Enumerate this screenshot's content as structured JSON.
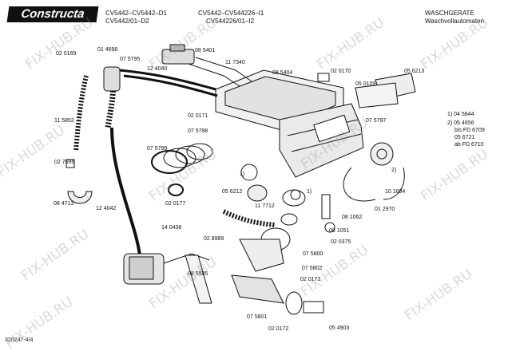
{
  "logo": "Constructa",
  "header": {
    "model_line1": "CV5442–CV5442–D1",
    "model_line2": "CV5442/01–D2",
    "model_line3": "CV5442–CV544226–I1",
    "model_line4": "CV544226/01–I2",
    "category": "WASCHGERATE",
    "subcategory": "Waschvollautomaten"
  },
  "footer_id": "320247-4/4",
  "notes": {
    "n1": "1) 04 5844",
    "n2a": "2)  05 4656",
    "n2b": "bis FD 6709",
    "n2c": "05 6721",
    "n2d": "ab FD 6710"
  },
  "part_labels": [
    {
      "id": "p1",
      "text": "02 0169"
    },
    {
      "id": "p2",
      "text": "01 4698"
    },
    {
      "id": "p3",
      "text": "07 5795"
    },
    {
      "id": "p4",
      "text": "08 5401"
    },
    {
      "id": "p5",
      "text": "11 7340"
    },
    {
      "id": "p6",
      "text": "12 4040"
    },
    {
      "id": "p7",
      "text": "08 5404"
    },
    {
      "id": "p8",
      "text": "02 0170"
    },
    {
      "id": "p9",
      "text": "05 6213"
    },
    {
      "id": "p10",
      "text": "05 0109"
    },
    {
      "id": "p11",
      "text": "11 5852"
    },
    {
      "id": "p12",
      "text": "02 0171"
    },
    {
      "id": "p13",
      "text": "07 5798"
    },
    {
      "id": "p14",
      "text": "07 5797"
    },
    {
      "id": "p15",
      "text": "07 5799"
    },
    {
      "id": "p16",
      "text": "02 7696"
    },
    {
      "id": "p17",
      "text": "1)"
    },
    {
      "id": "p18",
      "text": "2)"
    },
    {
      "id": "p19",
      "text": "02 0177"
    },
    {
      "id": "p20",
      "text": "05 6212"
    },
    {
      "id": "p21",
      "text": "1)"
    },
    {
      "id": "p22",
      "text": "10 1684"
    },
    {
      "id": "p23",
      "text": "08 4713"
    },
    {
      "id": "p24",
      "text": "12 4042"
    },
    {
      "id": "p25",
      "text": "11 7712"
    },
    {
      "id": "p26",
      "text": "08 1062"
    },
    {
      "id": "p27",
      "text": "01 2970"
    },
    {
      "id": "p28",
      "text": "14 0438"
    },
    {
      "id": "p29",
      "text": "08 1051"
    },
    {
      "id": "p30",
      "text": "02 8989"
    },
    {
      "id": "p31",
      "text": "02 0375"
    },
    {
      "id": "p32",
      "text": "07 5800"
    },
    {
      "id": "p33",
      "text": "08 5585"
    },
    {
      "id": "p34",
      "text": "07 5802"
    },
    {
      "id": "p35",
      "text": "02 0173"
    },
    {
      "id": "p36",
      "text": "07 5801"
    },
    {
      "id": "p37",
      "text": "02 0172"
    },
    {
      "id": "p38",
      "text": "05 4903"
    }
  ],
  "watermark": "FIX-HUB.RU"
}
